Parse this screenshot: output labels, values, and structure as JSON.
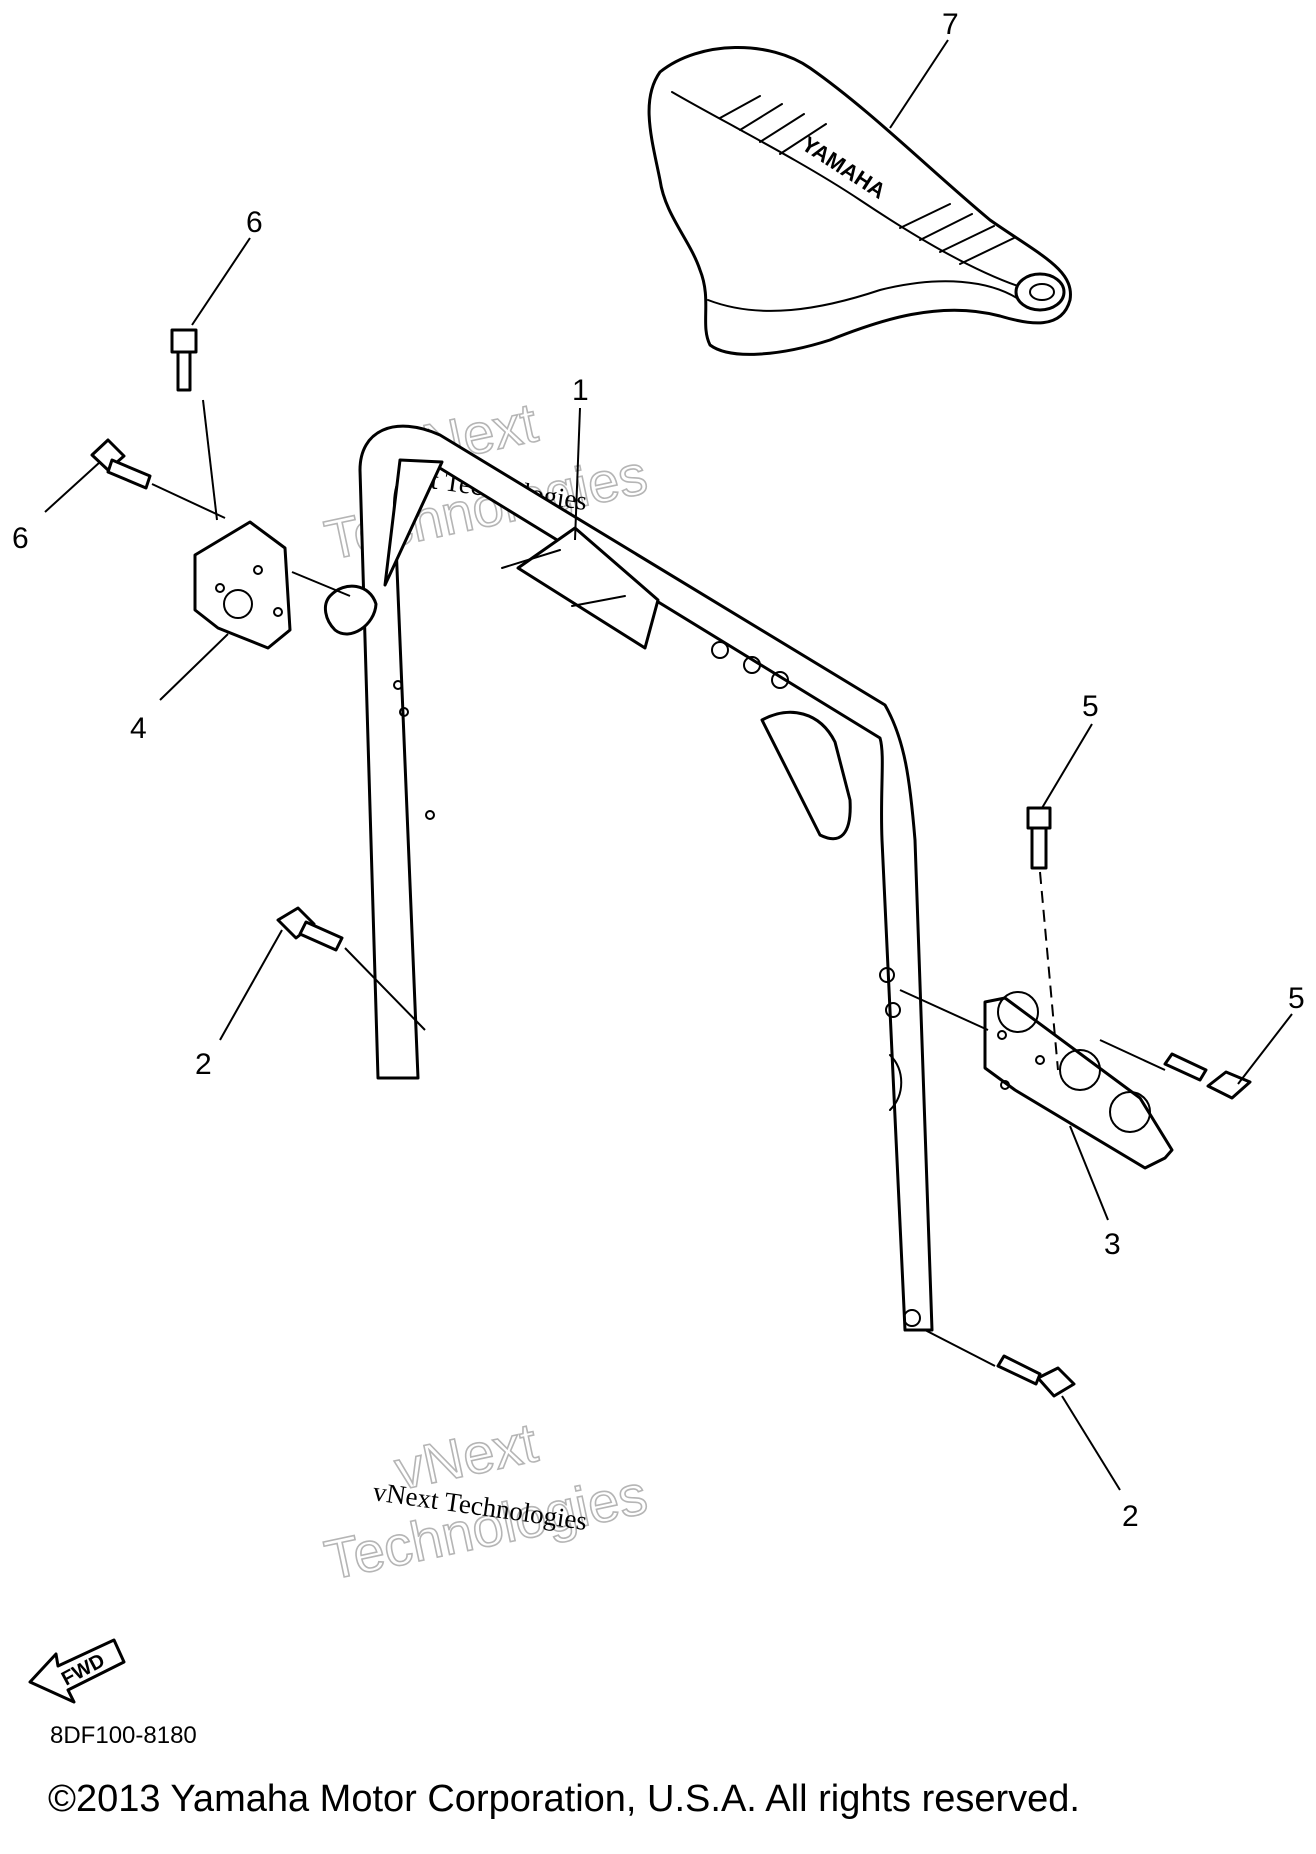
{
  "callouts": {
    "part_1": "1",
    "part_2_left": "2",
    "part_2_right": "2",
    "part_3": "3",
    "part_4": "4",
    "part_5_top": "5",
    "part_5_right": "5",
    "part_6_top": "6",
    "part_6_left": "6",
    "part_7": "7"
  },
  "seat_brand": "YAMAHA",
  "watermark": {
    "line_small": "vNext Technologies",
    "line_big_top": "vNext",
    "line_big_bottom": "Technologies"
  },
  "fwd_label": "FWD",
  "drawing_code": "8DF100-8180",
  "copyright": "©2013 Yamaha Motor Corporation, U.S.A. All rights reserved.",
  "colors": {
    "line": "#000000",
    "watermark": "#b5b5b5",
    "background": "#ffffff"
  }
}
